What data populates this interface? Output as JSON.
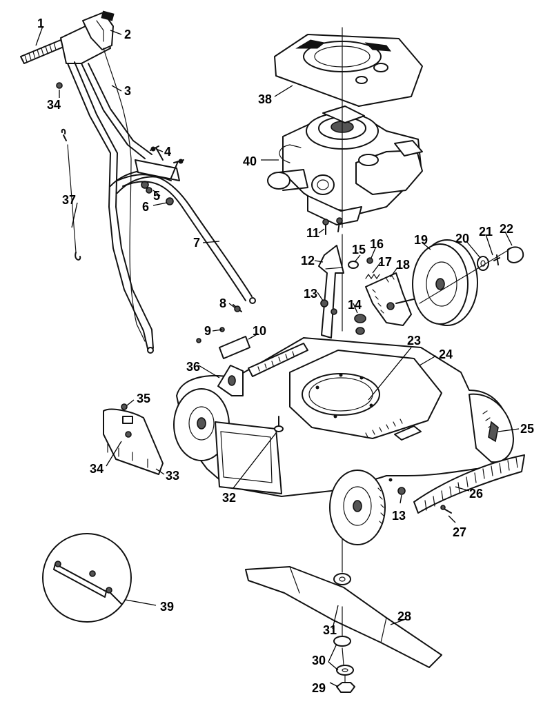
{
  "callouts": [
    {
      "id": "1",
      "text": "1"
    },
    {
      "id": "2",
      "text": "2"
    },
    {
      "id": "3",
      "text": "3"
    },
    {
      "id": "4",
      "text": "4"
    },
    {
      "id": "5",
      "text": "5"
    },
    {
      "id": "6",
      "text": "6"
    },
    {
      "id": "7",
      "text": "7"
    },
    {
      "id": "8",
      "text": "8"
    },
    {
      "id": "9",
      "text": "9"
    },
    {
      "id": "10",
      "text": "10"
    },
    {
      "id": "11",
      "text": "11"
    },
    {
      "id": "12",
      "text": "12"
    },
    {
      "id": "13a",
      "text": "13"
    },
    {
      "id": "13b",
      "text": "13"
    },
    {
      "id": "14",
      "text": "14"
    },
    {
      "id": "15",
      "text": "15"
    },
    {
      "id": "16",
      "text": "16"
    },
    {
      "id": "17",
      "text": "17"
    },
    {
      "id": "18",
      "text": "18"
    },
    {
      "id": "19",
      "text": "19"
    },
    {
      "id": "20",
      "text": "20"
    },
    {
      "id": "21",
      "text": "21"
    },
    {
      "id": "22",
      "text": "22"
    },
    {
      "id": "23",
      "text": "23"
    },
    {
      "id": "24",
      "text": "24"
    },
    {
      "id": "25",
      "text": "25"
    },
    {
      "id": "26",
      "text": "26"
    },
    {
      "id": "27",
      "text": "27"
    },
    {
      "id": "28",
      "text": "28"
    },
    {
      "id": "29",
      "text": "29"
    },
    {
      "id": "30",
      "text": "30"
    },
    {
      "id": "31",
      "text": "31"
    },
    {
      "id": "32",
      "text": "32"
    },
    {
      "id": "33",
      "text": "33"
    },
    {
      "id": "34a",
      "text": "34"
    },
    {
      "id": "34b",
      "text": "34"
    },
    {
      "id": "35",
      "text": "35"
    },
    {
      "id": "36",
      "text": "36"
    },
    {
      "id": "37",
      "text": "37"
    },
    {
      "id": "38",
      "text": "38"
    },
    {
      "id": "39",
      "text": "39"
    },
    {
      "id": "40",
      "text": "40"
    }
  ]
}
